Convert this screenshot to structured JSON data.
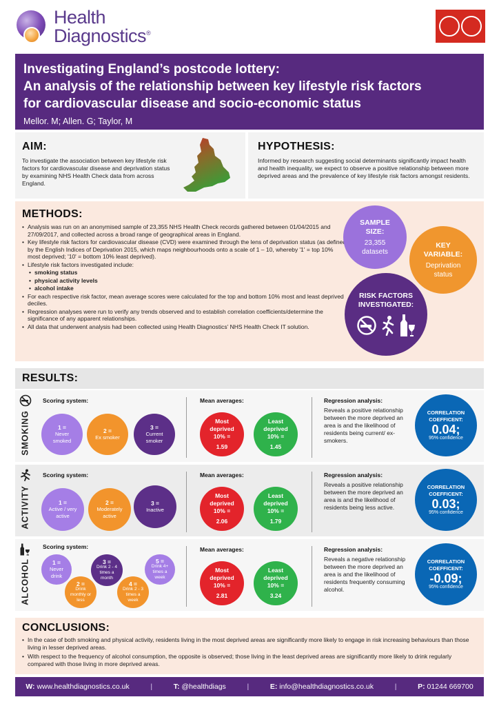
{
  "brand": {
    "name_line1": "Health",
    "name_line2": "Diagnostics",
    "registered": "®"
  },
  "title": {
    "line1": "Investigating England’s postcode lottery:",
    "line2": "An analysis of the relationship between key lifestyle risk factors",
    "line3": "for cardiovascular disease and socio-economic status",
    "authors": "Mellor. M; Allen. G; Taylor, M"
  },
  "aim": {
    "heading": "AIM:",
    "text": "To investigate the association between key lifestyle risk factors for cardiovascular disease and deprivation status by examining NHS Health Check data from across England."
  },
  "hypothesis": {
    "heading": "HYPOTHESIS:",
    "text": "Informed by research suggesting social determinants significantly impact health and health inequality, we expect to observe a positive relationship between more deprived areas and the prevalence of key lifestyle risk factors amongst residents."
  },
  "methods": {
    "heading": "METHODS:",
    "bullets": [
      "Analysis was run on an anonymised sample of 23,355 NHS Health Check records gathered between 01/04/2015 and 27/09/2017, and collected across a broad range of geographical areas in England.",
      "Key lifestyle risk factors for cardiovascular disease (CVD) were examined through the lens of deprivation status (as defined by the English Indices of Deprivation 2015, which maps neighbourhoods onto a scale of 1 – 10, whereby '1' = top 10% most deprived; '10' = bottom 10% least deprived).",
      "Lifestyle risk factors investigated include:"
    ],
    "factors": [
      "smoking status",
      "physical activity levels",
      "alcohol intake"
    ],
    "bullets2": [
      "For each respective risk factor, mean average scores were calculated for the top and bottom 10% most and least deprived deciles.",
      "Regression analyses were run to verify any trends observed and to establish correlation coefficients/determine the significance of any apparent relationships.",
      "All data that underwent analysis had been collected using Health Diagnostics’ NHS Health Check IT solution."
    ],
    "sample": {
      "title": "SAMPLE SIZE:",
      "value": "23,355 datasets"
    },
    "key": {
      "title": "KEY VARIABLE:",
      "value": "Deprivation status"
    },
    "risk": {
      "title": "RISK FACTORS INVESTIGATED:"
    }
  },
  "results": {
    "heading": "RESULTS:",
    "col_scoring": "Scoring system:",
    "col_scoring2": "Scoring system:",
    "col_mean": "Mean averages:",
    "col_reg": "Regression analysis:",
    "corr_title": "CORRELATION COEFFICENT:",
    "corr_title3": "CORRELATION COEFFICENT:",
    "confidence": "95% confidence",
    "most_label": "Most deprived 10% =",
    "least_label": "Least deprived 10% =",
    "smoking": {
      "label": "SMOKING",
      "scores": [
        {
          "n": "1 =",
          "t": "Never smoked"
        },
        {
          "n": "2 =",
          "t": "Ex smoker"
        },
        {
          "n": "3 =",
          "t": "Current smoker"
        }
      ],
      "most": "1.59",
      "least": "1.45",
      "reg": "Reveals a positive relationship between the more deprived an area is and the likelihood of residents being current/ ex-smokers.",
      "corr": "0.04;"
    },
    "activity": {
      "label": "ACTIVITY",
      "scores": [
        {
          "n": "1 =",
          "t": "Active / very active"
        },
        {
          "n": "2 =",
          "t": "Moderately active"
        },
        {
          "n": "3 =",
          "t": "Inactive"
        }
      ],
      "most": "2.06",
      "least": "1.79",
      "reg": "Reveals a positive relationship between the more deprived an area is and the likelihood of residents being less active.",
      "corr": "0.03;"
    },
    "alcohol": {
      "label": "ALCOHOL",
      "scores": [
        {
          "n": "1 =",
          "t": "Never drink"
        },
        {
          "n": "2 =",
          "t": "Drink monthly or less"
        },
        {
          "n": "3 =",
          "t": "Drink 2 - 4 times a month"
        },
        {
          "n": "4 =",
          "t": "Drink 2 - 3 times a week"
        },
        {
          "n": "5 =",
          "t": "Drink 4+ times a week"
        }
      ],
      "most": "2.81",
      "least": "3.24",
      "reg": "Reveals a negative relationship between the more deprived an area is and the likelihood of residents frequently consuming alcohol.",
      "corr": "-0.09;"
    }
  },
  "conclusions": {
    "heading": "CONCLUSIONS:",
    "bullets": [
      "In the case of both smoking and physical activity, residents living in the most deprived areas are significantly more likely to engage in risk increasing behaviours than those living in lesser deprived areas.",
      "With respect to the frequency of alcohol consumption, the opposite is observed; those living in the least deprived areas are significantly more likely to drink regularly compared with those living in more deprived areas."
    ]
  },
  "footer": {
    "web_label": "W:",
    "web": "www.healthdiagnostics.co.uk",
    "tw_label": "T:",
    "tw": "@healthdiags",
    "email_label": "E:",
    "email": "info@healthdiagnostics.co.uk",
    "phone_label": "P:",
    "phone": "01244 669700"
  },
  "colors": {
    "purple": "#572a7f",
    "violet": "#a57ee6",
    "orange": "#f2942c",
    "red": "#e3242b",
    "green": "#2fb24b",
    "navy": "#0a67b5",
    "peach": "#fbe9df"
  }
}
